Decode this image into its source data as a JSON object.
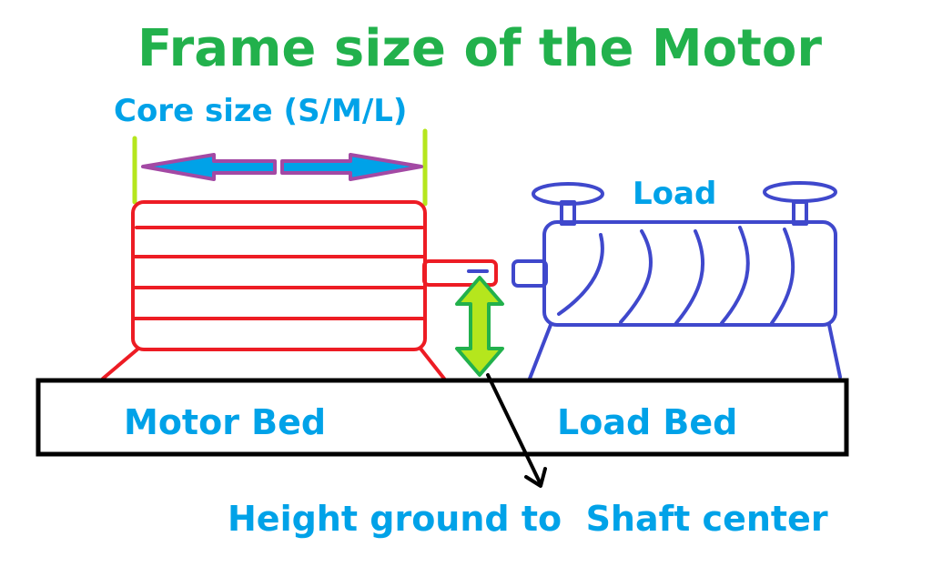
{
  "title": "Frame size of the Motor",
  "labels": {
    "core_size": "Core size (S/M/L)",
    "load": "Load",
    "motor_bed": "Motor Bed",
    "load_bed": "Load Bed",
    "height": "Height ground to  Shaft center"
  },
  "colors": {
    "title": "#22b14c",
    "label": "#00a2e8",
    "motor": "#ed1c24",
    "load": "#3f48cc",
    "core_arrow_fill": "#00a2e8",
    "core_arrow_outline": "#a349a4",
    "core_marker": "#b5e61d",
    "height_arrow_fill": "#b5e61d",
    "height_arrow_outline": "#22b14c",
    "bed": "#000000"
  }
}
